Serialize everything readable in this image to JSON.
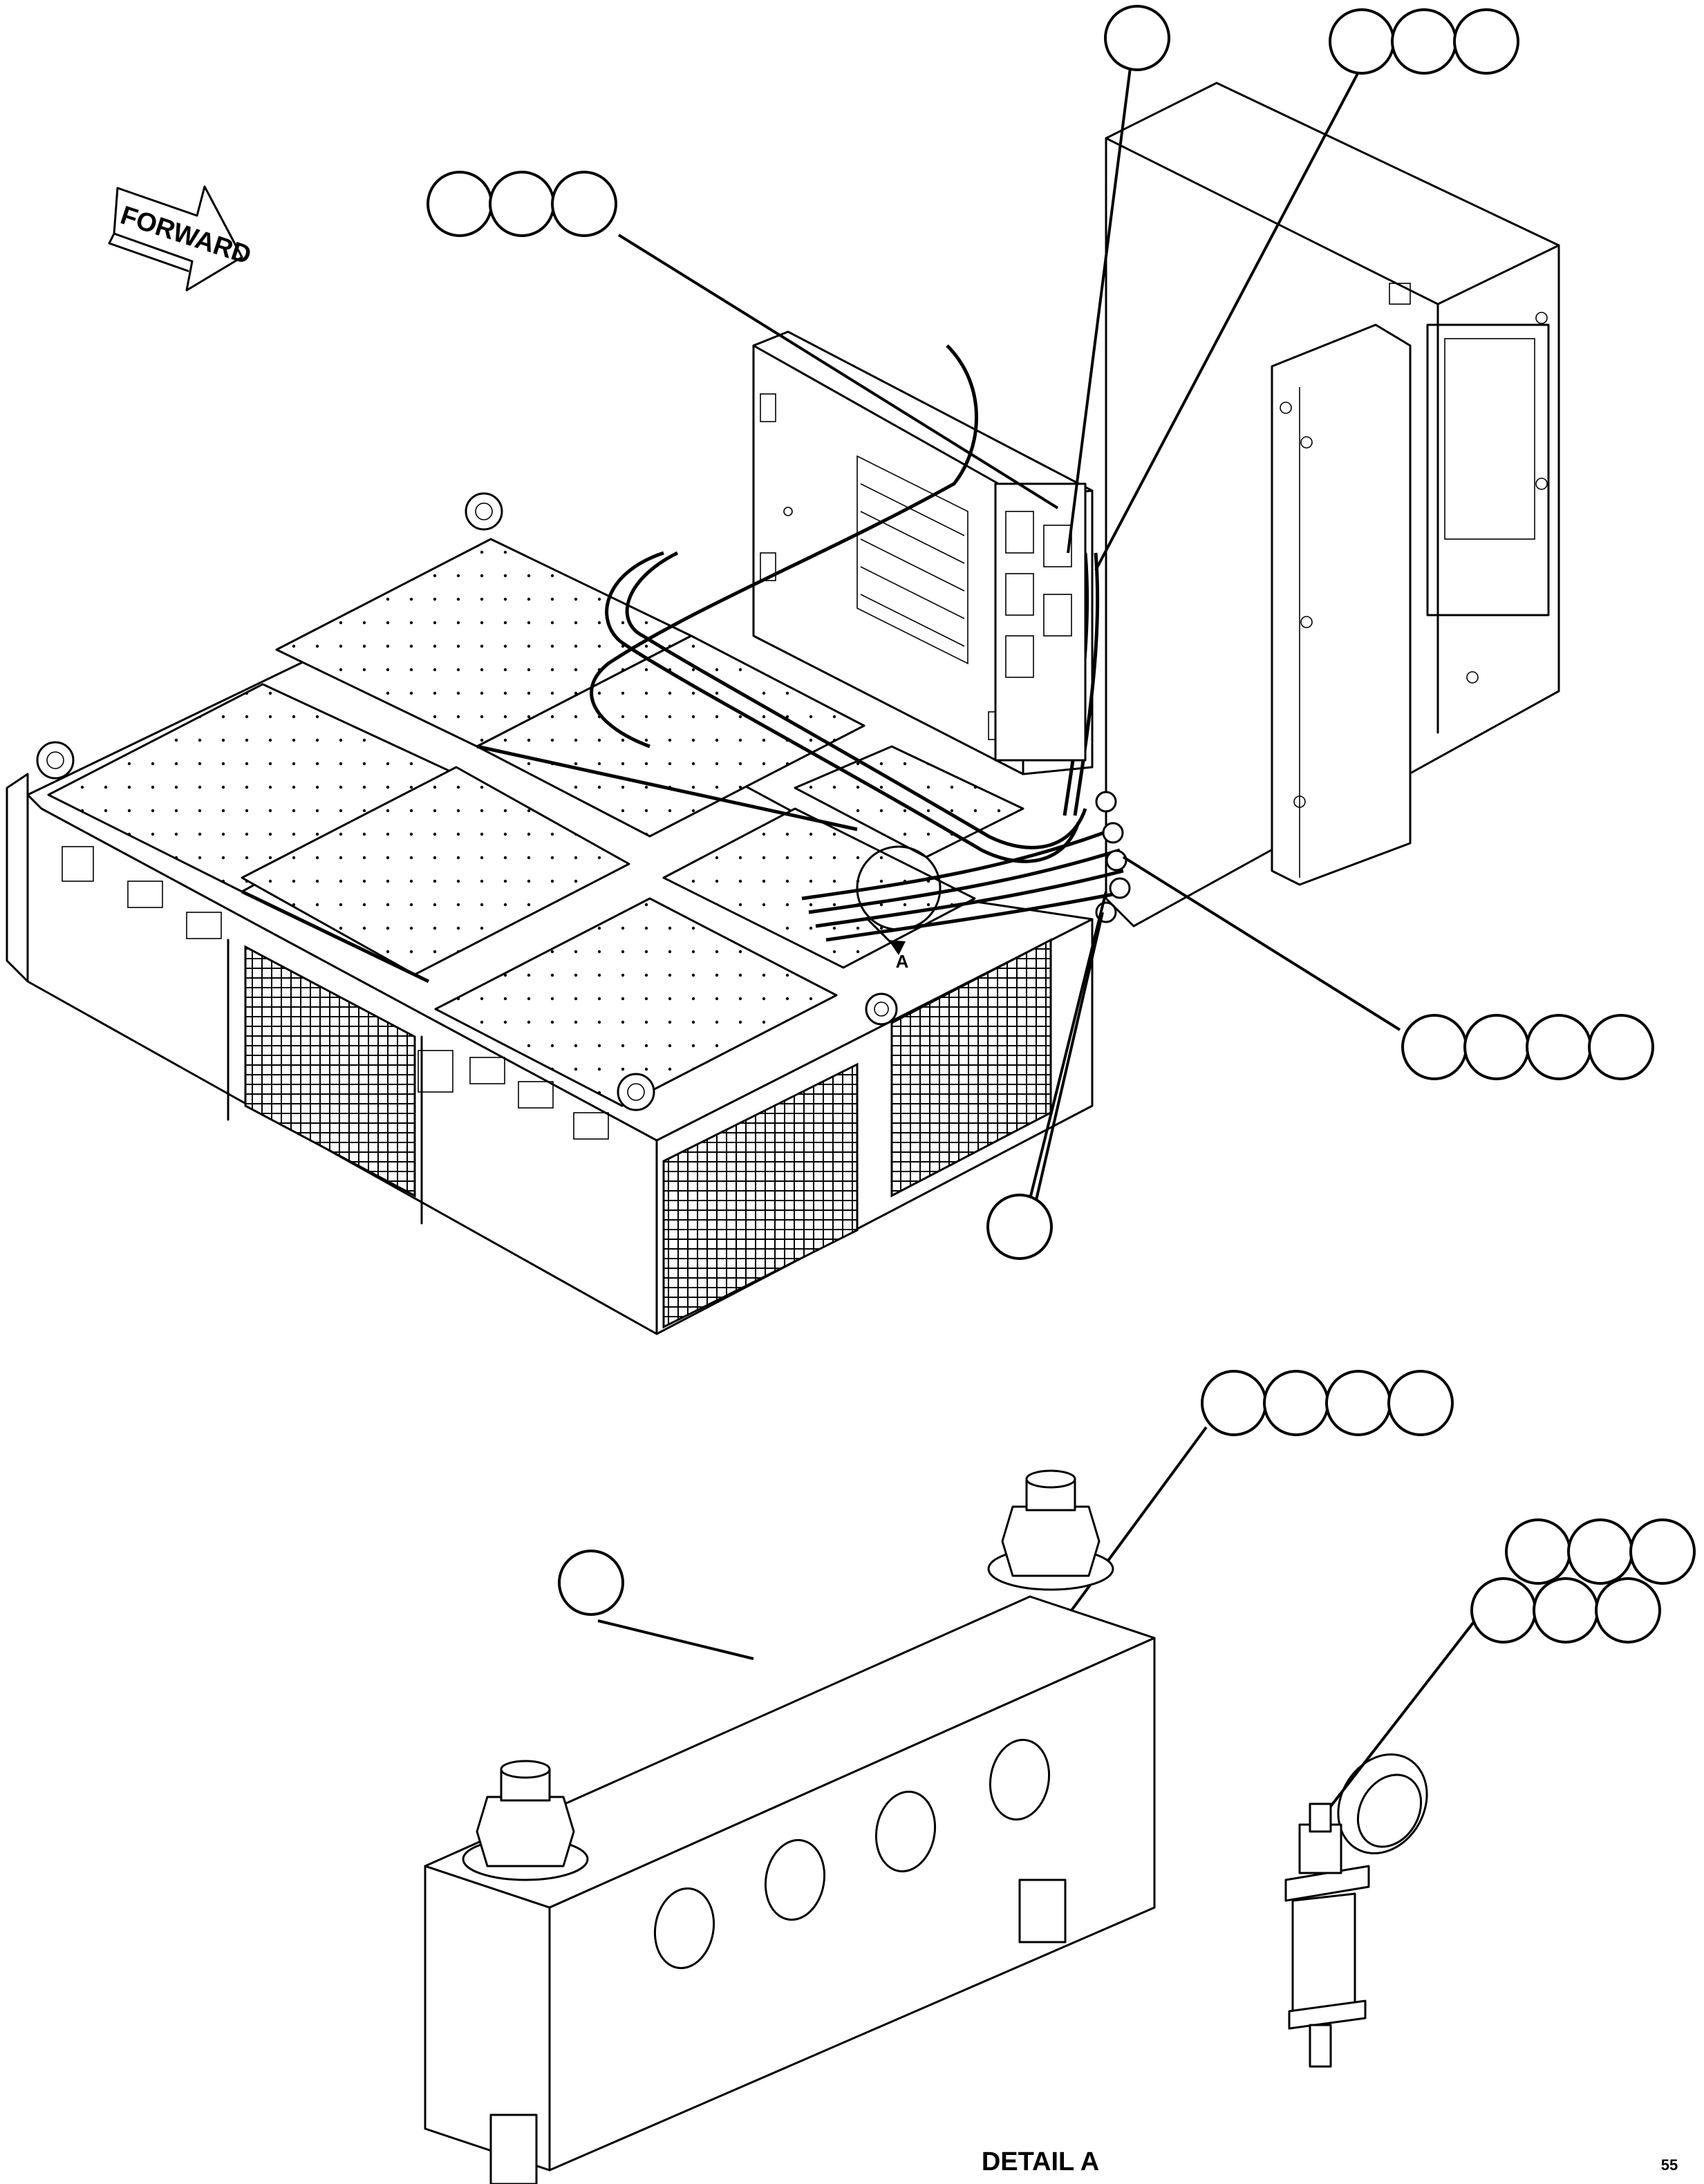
{
  "direction_arrow": {
    "label": "FORWARD"
  },
  "detail_marker": {
    "letter": "A"
  },
  "detail_view": {
    "caption": "DETAIL A"
  },
  "sheet_number": "55",
  "callout_groups": [
    {
      "id": "top-single",
      "count": 1
    },
    {
      "id": "top-triple",
      "count": 3
    },
    {
      "id": "left-triple",
      "count": 3
    },
    {
      "id": "right-quad",
      "count": 4
    },
    {
      "id": "lower-single",
      "count": 1
    },
    {
      "id": "detail-quad",
      "count": 4
    },
    {
      "id": "detail-single",
      "count": 1
    },
    {
      "id": "detail-clamp-six",
      "count": 6
    }
  ]
}
